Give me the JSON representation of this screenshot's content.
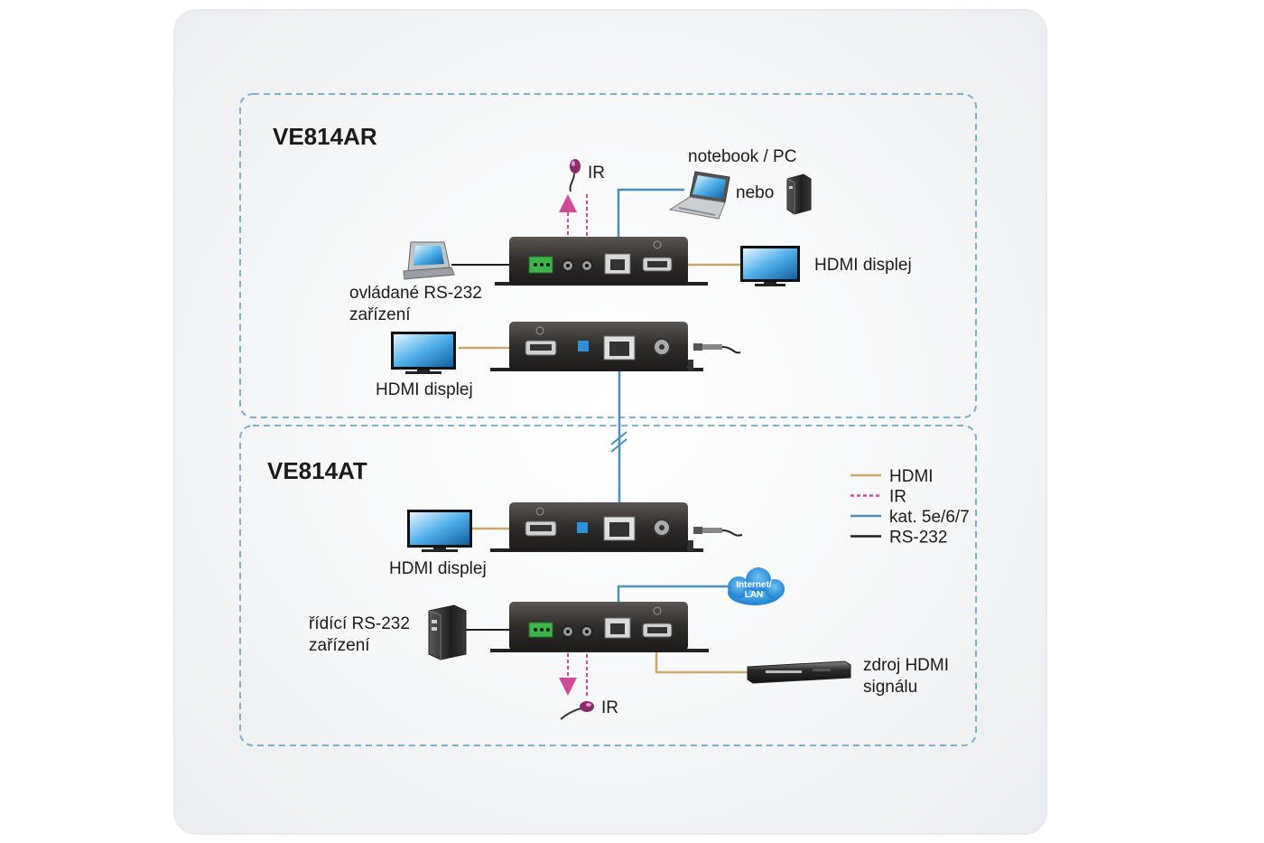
{
  "receiver": {
    "title": "VE814AR",
    "ir_label": "IR",
    "notebook_label": "notebook / PC",
    "or_label": "nebo",
    "hdmi_display_right": "HDMI displej",
    "rs232_device_line1": "ovládané RS-232",
    "rs232_device_line2": "zařízení",
    "hdmi_display_left": "HDMI displej"
  },
  "transmitter": {
    "title": "VE814AT",
    "hdmi_display": "HDMI displej",
    "rs232_device_line1": "řídící RS-232",
    "rs232_device_line2": "zařízení",
    "cloud_line1": "Internet/",
    "cloud_line2": "LAN",
    "source_line1": "zdroj HDMI",
    "source_line2": "signálu",
    "ir_label": "IR"
  },
  "legend": [
    {
      "label": "HDMI",
      "color": "#c8a96b",
      "style": "solid"
    },
    {
      "label": "IR",
      "color": "#d14a9a",
      "style": "dashed"
    },
    {
      "label": "kat. 5e/6/7",
      "color": "#4a90b8",
      "style": "solid"
    },
    {
      "label": "RS-232",
      "color": "#1e1e1e",
      "style": "solid"
    }
  ],
  "colors": {
    "hdmi": "#c8a96b",
    "ir": "#d14a9a",
    "cat": "#4a90b8",
    "rs232": "#1e1e1e",
    "box_border": "#7fb1cc"
  }
}
